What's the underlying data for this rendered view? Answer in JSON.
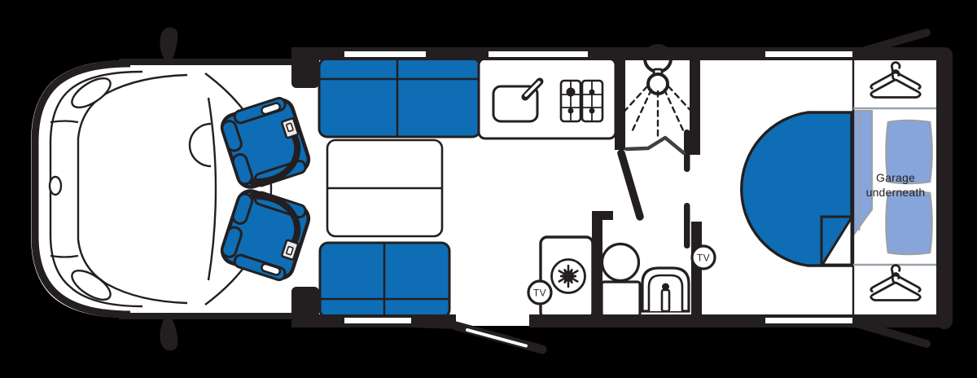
{
  "title": "Motorhome floor plan (top view)",
  "theme": {
    "background": "#000000",
    "surface": "#ffffff",
    "outline": "#231f20",
    "primary_blue": "#0e6db4",
    "light_blue": "#87a5da",
    "soft_stroke": "#98a1ab",
    "door_stroke": "#404040",
    "buckle_grey": "#e9e9e9",
    "text_color": "#231f20"
  },
  "labels": {
    "garage_line1": "Garage",
    "garage_line2": "underneath",
    "tv": "TV"
  },
  "areas": [
    {
      "name": "cab",
      "features": [
        "swivel-seat-with-seatbelt",
        "swivel-seat-with-seatbelt",
        "wing-mirrors",
        "headlights",
        "steering-wheel"
      ]
    },
    {
      "name": "lounge",
      "features": [
        "sofa",
        "dinette-table",
        "bench-seat"
      ]
    },
    {
      "name": "kitchen",
      "features": [
        "sink-with-tap",
        "four-burner-hob"
      ]
    },
    {
      "name": "shower-room",
      "features": [
        "shower-head",
        "bi-fold-door"
      ]
    },
    {
      "name": "washroom",
      "features": [
        "basin",
        "toilet"
      ]
    },
    {
      "name": "galley",
      "features": [
        "fridge-freezer",
        "tv-point"
      ]
    },
    {
      "name": "bedroom",
      "features": [
        "island-bed",
        "pillow",
        "pillow",
        "tv-point"
      ]
    },
    {
      "name": "rear",
      "features": [
        "wardrobe-hanger",
        "wardrobe-hanger",
        "garage-underneath",
        "open-hatch-door",
        "open-hatch-door"
      ]
    },
    {
      "name": "entrance",
      "features": [
        "open-entry-door"
      ]
    }
  ]
}
